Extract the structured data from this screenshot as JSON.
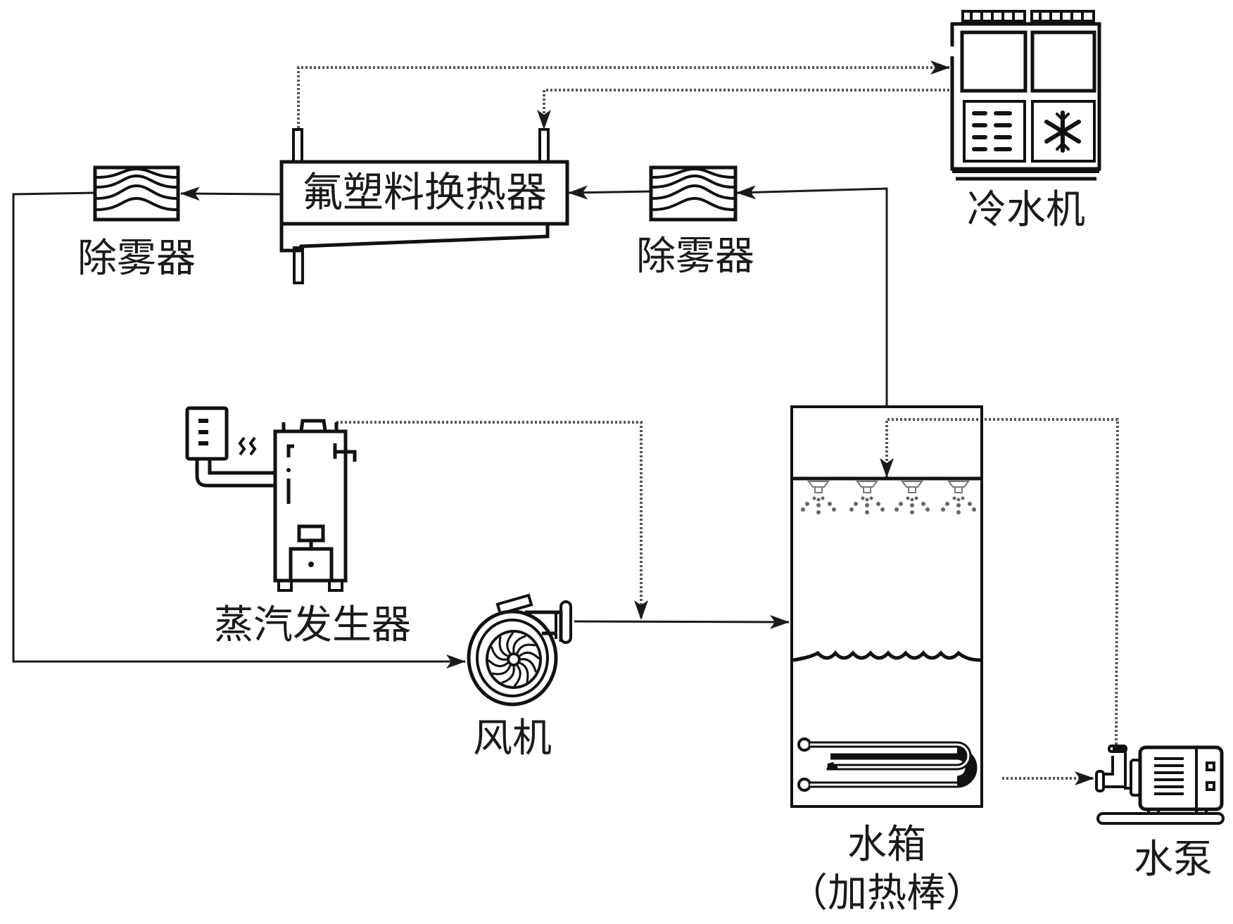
{
  "diagram": {
    "title": "",
    "components": {
      "demister_left": {
        "label": "除雾器"
      },
      "heat_exchanger": {
        "label": "氟塑料换热器"
      },
      "demister_right": {
        "label": "除雾器"
      },
      "chiller": {
        "label": "冷水机"
      },
      "steam_generator": {
        "label": "蒸汽发生器"
      },
      "fan": {
        "label": "风机"
      },
      "water_tank": {
        "label": "水箱",
        "sublabel": "（加热棒）"
      },
      "water_pump": {
        "label": "水泵"
      }
    },
    "flows": [
      {
        "from": "water_tank",
        "to": "demister_right",
        "style": "solid"
      },
      {
        "from": "demister_right",
        "to": "heat_exchanger",
        "style": "solid"
      },
      {
        "from": "heat_exchanger",
        "to": "demister_left",
        "style": "solid"
      },
      {
        "from": "demister_left",
        "to": "fan",
        "style": "solid"
      },
      {
        "from": "fan",
        "to": "water_tank",
        "style": "solid"
      },
      {
        "from": "steam_generator",
        "to": "fan_outlet",
        "style": "dotted"
      },
      {
        "from": "heat_exchanger",
        "to": "chiller",
        "style": "dotted"
      },
      {
        "from": "chiller",
        "to": "heat_exchanger",
        "style": "dotted"
      },
      {
        "from": "water_tank",
        "to": "water_pump",
        "style": "dotted"
      },
      {
        "from": "water_pump",
        "to": "water_tank_spray",
        "style": "dotted"
      }
    ],
    "icons": [
      "demister-icon",
      "heat-exchanger-icon",
      "chiller-icon",
      "snowflake-icon",
      "steam-generator-icon",
      "fan-icon",
      "water-tank-icon",
      "spray-nozzle-icon",
      "heating-rod-icon",
      "water-pump-icon"
    ],
    "colors": {
      "line": "#1a1a1a",
      "dotted": "#555555",
      "background": "#ffffff"
    }
  }
}
